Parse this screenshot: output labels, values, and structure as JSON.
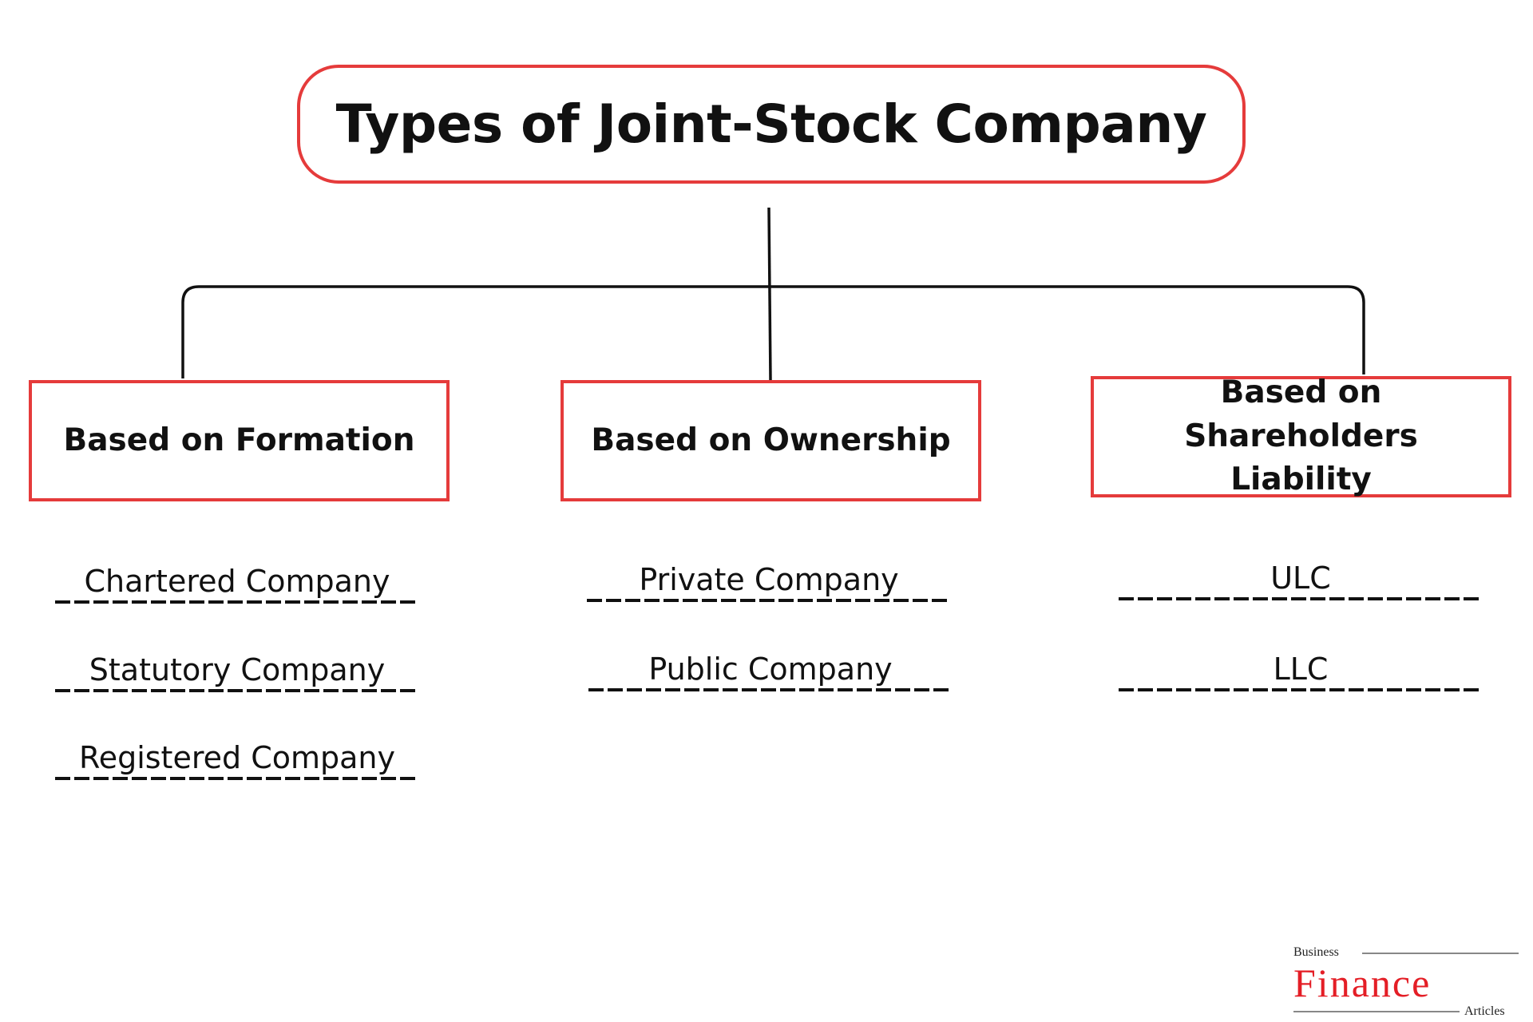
{
  "title": "Types of Joint-Stock Company",
  "colors": {
    "accent": "#e53b3b",
    "logo_red": "#e41e26",
    "line": "#111111"
  },
  "categories": [
    {
      "label": "Based on Formation",
      "items": [
        "Chartered Company",
        "Statutory Company",
        "Registered Company"
      ]
    },
    {
      "label": "Based on Ownership",
      "items": [
        "Private Company",
        "Public Company"
      ]
    },
    {
      "label": "Based on Shareholders Liability",
      "items": [
        "ULC",
        "LLC"
      ]
    }
  ],
  "logo": {
    "top": "Business",
    "main": "Finance",
    "bottom": "Articles"
  }
}
